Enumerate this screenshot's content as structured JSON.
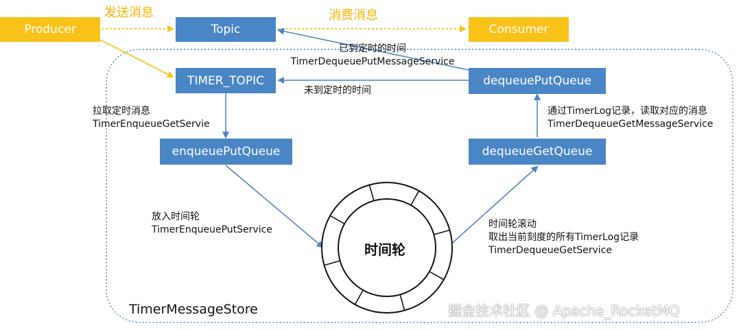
{
  "nodes": {
    "producer": "Producer",
    "topic": "Topic",
    "consumer": "Consumer",
    "timer_topic": "TIMER_TOPIC",
    "dequeue_put_queue": "dequeuePutQueue",
    "enqueue_put_queue": "enqueuePutQueue",
    "dequeue_get_queue": "dequeueGetQueue",
    "time_wheel": "时间轮"
  },
  "labels": {
    "send_message": "发送消息",
    "consume_message": "消费消息",
    "reached_time_line1": "已到定时的时间",
    "reached_time_line2": "TimerDequeuePutMessageService",
    "not_reached_time": "未到定时的时间",
    "pull_timer_line1": "拉取定时消息",
    "pull_timer_line2": "TimerEnqueueGetServie",
    "read_log_line1": "通过TimerLog记录，读取对应的消息",
    "read_log_line2": "TimerDequeueGetMessageService",
    "put_wheel_line1": "放入时间轮",
    "put_wheel_line2": "TimerEnqueuePutService",
    "wheel_roll_line1": "时间轮滚动",
    "wheel_roll_line2": "取出当前刻度的所有TimerLog记录",
    "wheel_roll_line3": "TimerDequeueGetService",
    "store": "TimerMessageStore"
  },
  "watermark": "掘金技术社区 @ Apache_RocketMQ",
  "colors": {
    "blue": "#4a86c6",
    "orange": "#f9c219",
    "orange_text": "#f2b200",
    "dotted_border": "#4a86c6"
  }
}
